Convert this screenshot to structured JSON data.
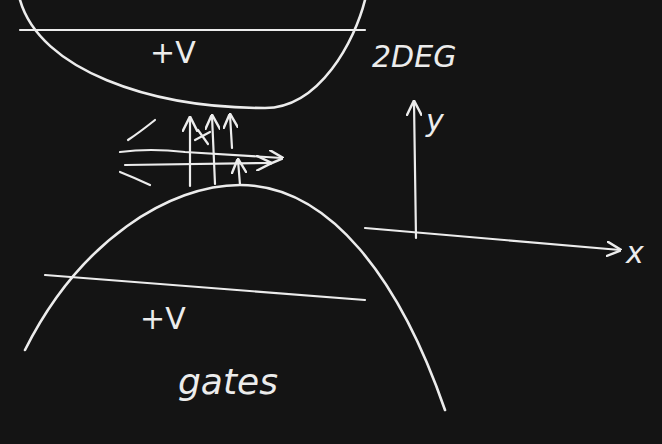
{
  "diagram": {
    "nodes": [
      {
        "text": [
          "+V"
        ]
      },
      {
        "text": [
          "+V"
        ]
      }
    ],
    "labels": [
      "2DEG",
      "y",
      "x",
      "gates"
    ]
  }
}
